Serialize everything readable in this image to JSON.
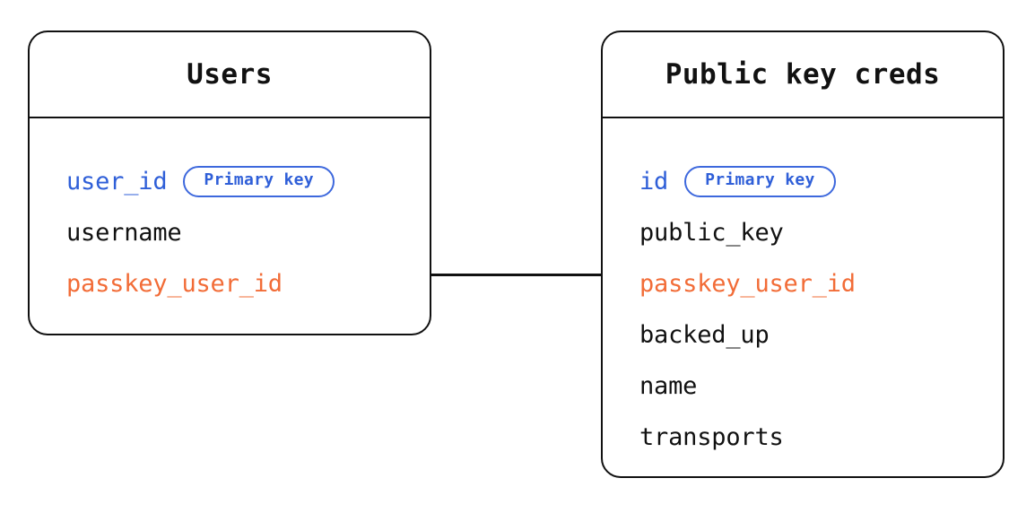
{
  "diagram": {
    "type": "entity-relationship-diagram",
    "background": "#ffffff",
    "colors": {
      "border": "#111111",
      "text": "#111111",
      "primary_key": "#2f5fd8",
      "foreign_key": "#f26c37",
      "badge_border": "#3d68dd"
    },
    "relationship": {
      "label": "",
      "from_entity": "Users",
      "from_field": "passkey_user_id",
      "to_entity": "Public key creds",
      "to_field": "passkey_user_id",
      "style": "solid-line"
    }
  },
  "entities": [
    {
      "id": "users",
      "title": "Users",
      "fields": [
        {
          "name": "user_id",
          "role": "pk",
          "badge": "Primary key"
        },
        {
          "name": "username",
          "role": "plain",
          "badge": ""
        },
        {
          "name": "passkey_user_id",
          "role": "fk",
          "badge": ""
        }
      ]
    },
    {
      "id": "public-key-creds",
      "title": "Public key creds",
      "fields": [
        {
          "name": "id",
          "role": "pk",
          "badge": "Primary key"
        },
        {
          "name": "public_key",
          "role": "plain",
          "badge": ""
        },
        {
          "name": "passkey_user_id",
          "role": "fk",
          "badge": ""
        },
        {
          "name": "backed_up",
          "role": "plain",
          "badge": ""
        },
        {
          "name": "name",
          "role": "plain",
          "badge": ""
        },
        {
          "name": "transports",
          "role": "plain",
          "badge": ""
        }
      ]
    }
  ]
}
